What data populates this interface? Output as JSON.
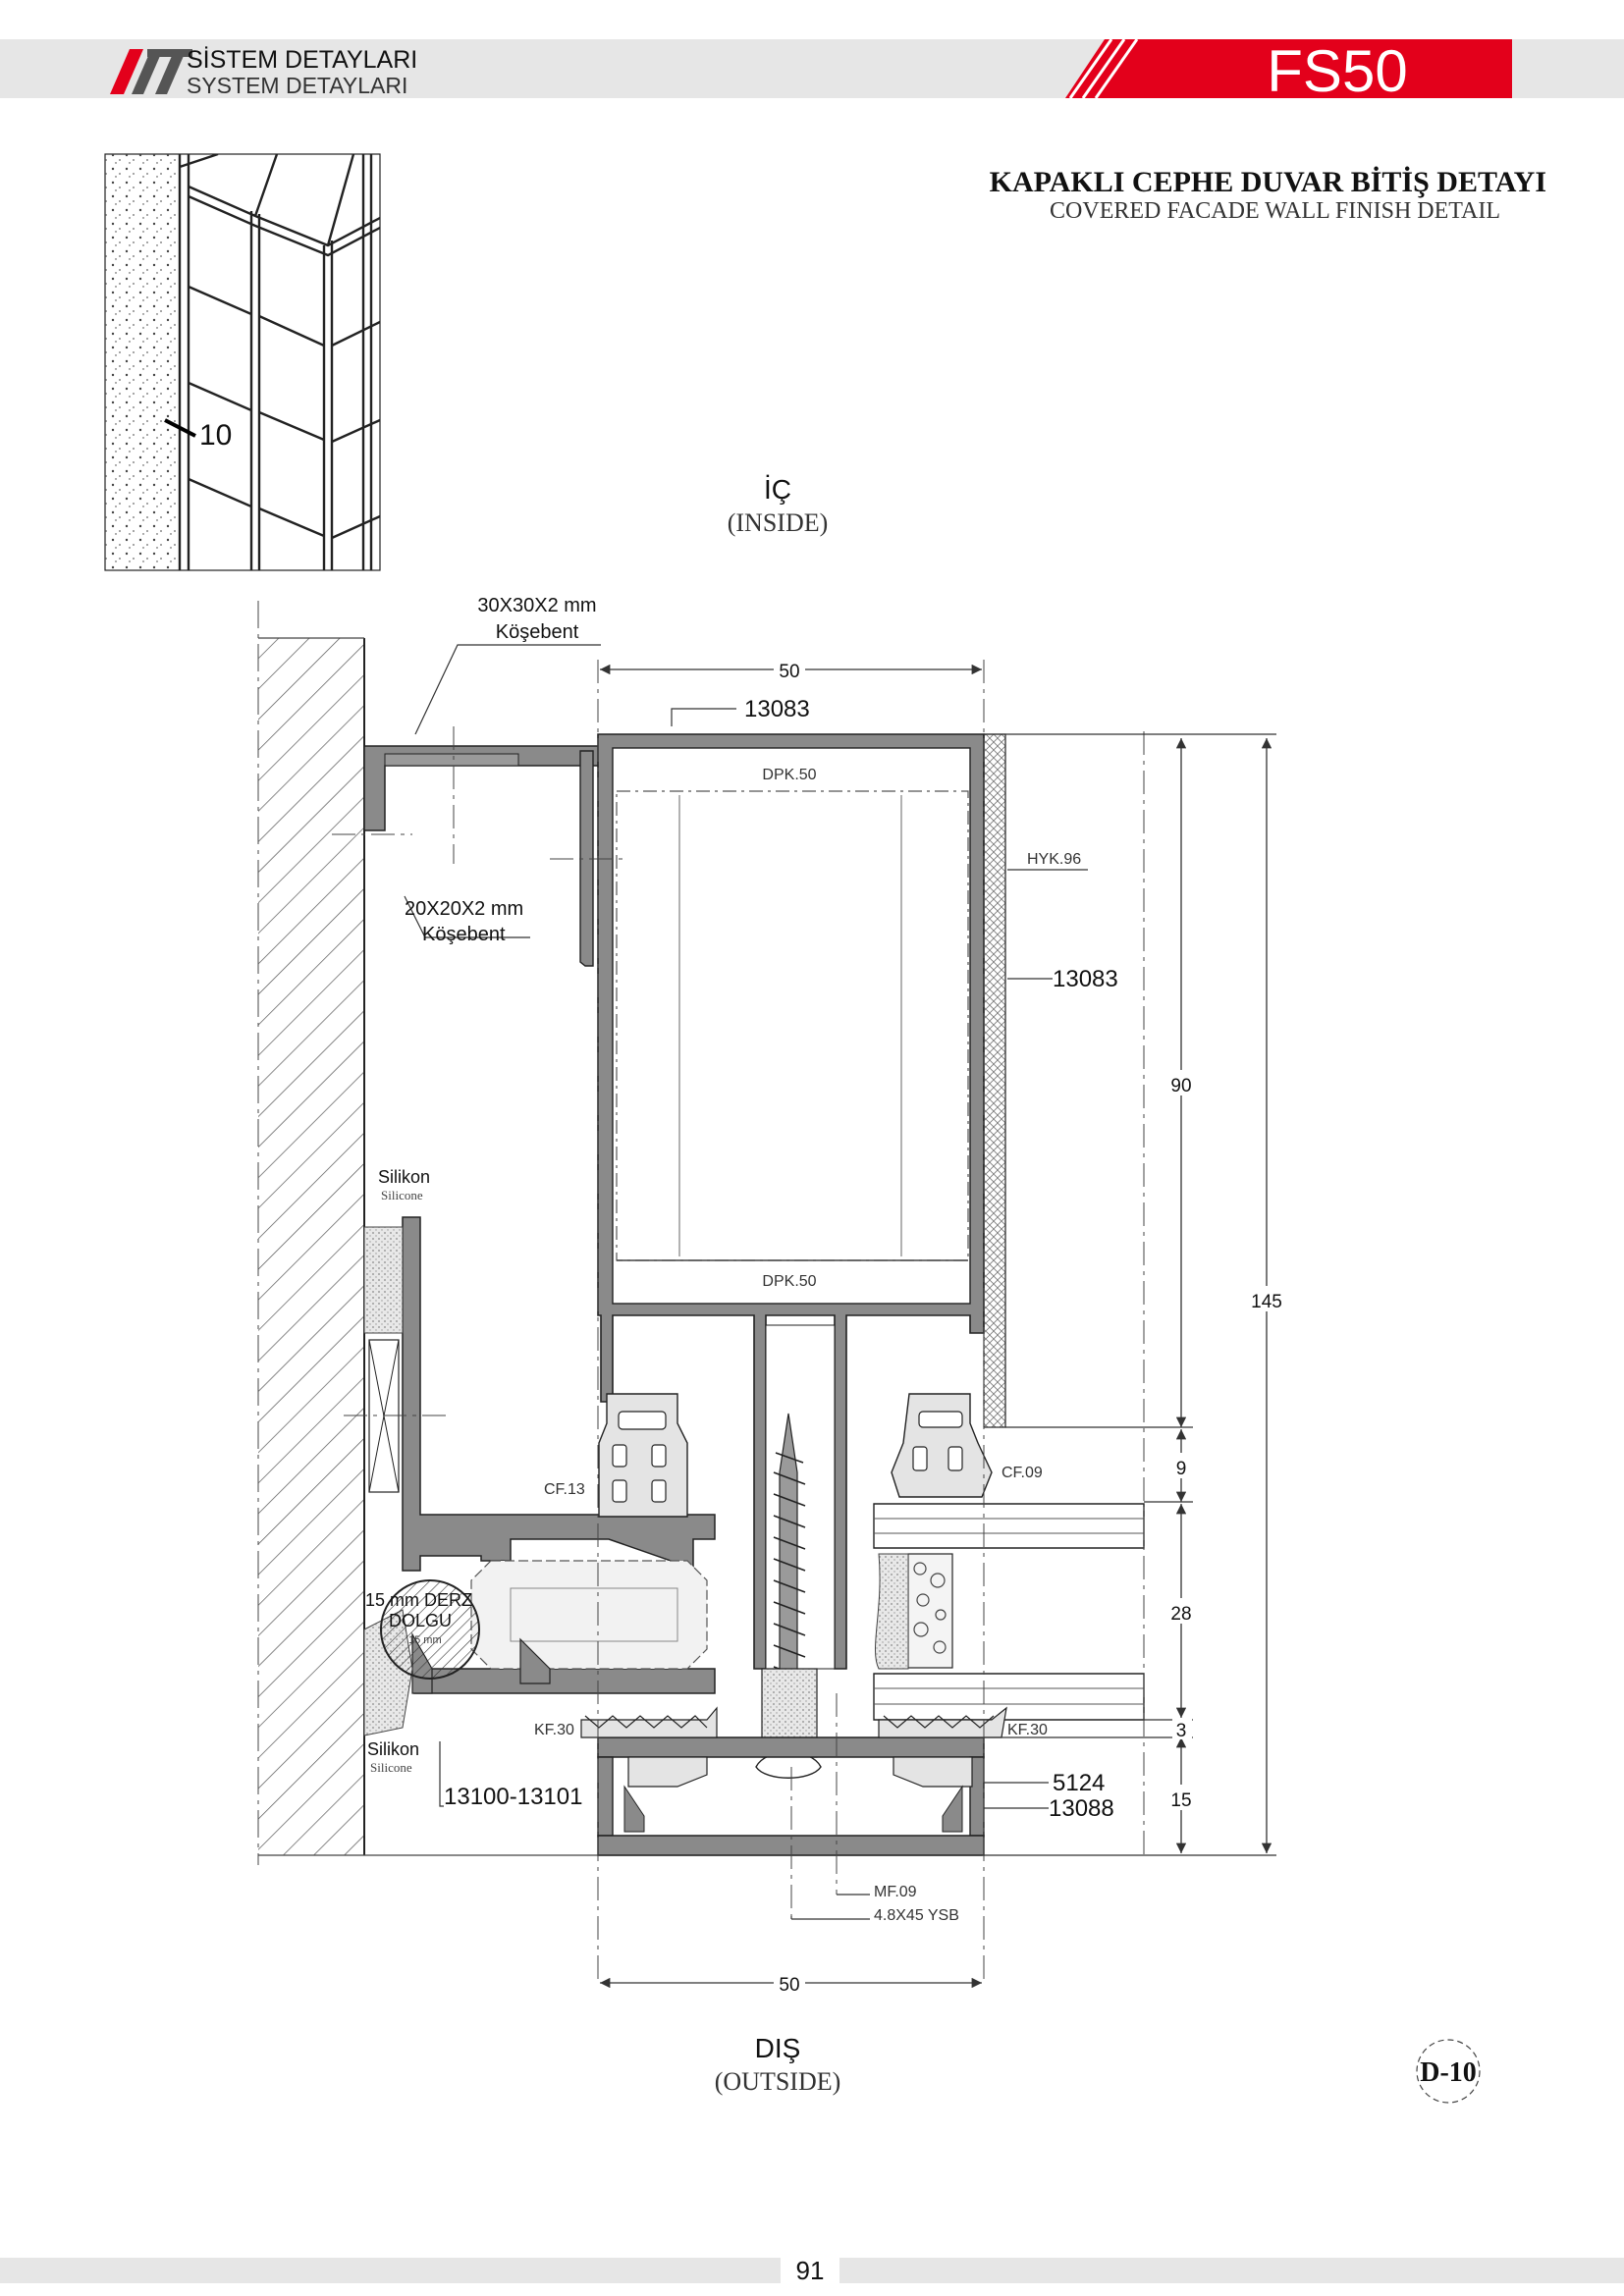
{
  "header": {
    "title_tr": "SİSTEM DETAYLARI",
    "title_en": "SYSTEM DETAYLARI",
    "series": "FS50",
    "accent_color": "#e3001b",
    "band_color": "#e6e6e6"
  },
  "detail": {
    "title_tr": "KAPAKLI CEPHE DUVAR BİTİŞ DETAYI",
    "title_en": "COVERED FACADE WALL FINISH DETAIL",
    "code": "D-10"
  },
  "thumbnail": {
    "callout": "10"
  },
  "orientation": {
    "inside_tr": "İÇ",
    "inside_en": "(INSIDE)",
    "outside_tr": "DIŞ",
    "outside_en": "(OUTSIDE)"
  },
  "labels": {
    "angle_large_size": "30X30X2 mm",
    "angle_large_name": "Köşebent",
    "angle_small_size": "20X20X2 mm",
    "angle_small_name": "Köşebent",
    "profile_top": "13083",
    "profile_right": "13083",
    "dpk_top": "DPK.50",
    "dpk_bottom": "DPK.50",
    "hyk": "HYK.96",
    "silicone_tr_1": "Silikon",
    "silicone_en_1": "Silicone",
    "silicone_tr_2": "Silikon",
    "silicone_en_2": "Silicone",
    "cf_left": "CF.13",
    "cf_right": "CF.09",
    "joint_line1": "15 mm DERZ",
    "joint_line2": "DOLGU",
    "joint_line3": "15 mm",
    "kf_left": "KF.30",
    "kf_right": "KF.30",
    "profile_wall": "13100-13101",
    "cover_inner": "5124",
    "cover_outer": "13088",
    "mf": "MF.09",
    "screw": "4.8X45 YSB"
  },
  "dimensions": {
    "width_top": "50",
    "width_bottom": "50",
    "d90": "90",
    "d145": "145",
    "d9": "9",
    "d28": "28",
    "d3": "3",
    "d15": "15"
  },
  "footer": {
    "page_number": "91"
  }
}
